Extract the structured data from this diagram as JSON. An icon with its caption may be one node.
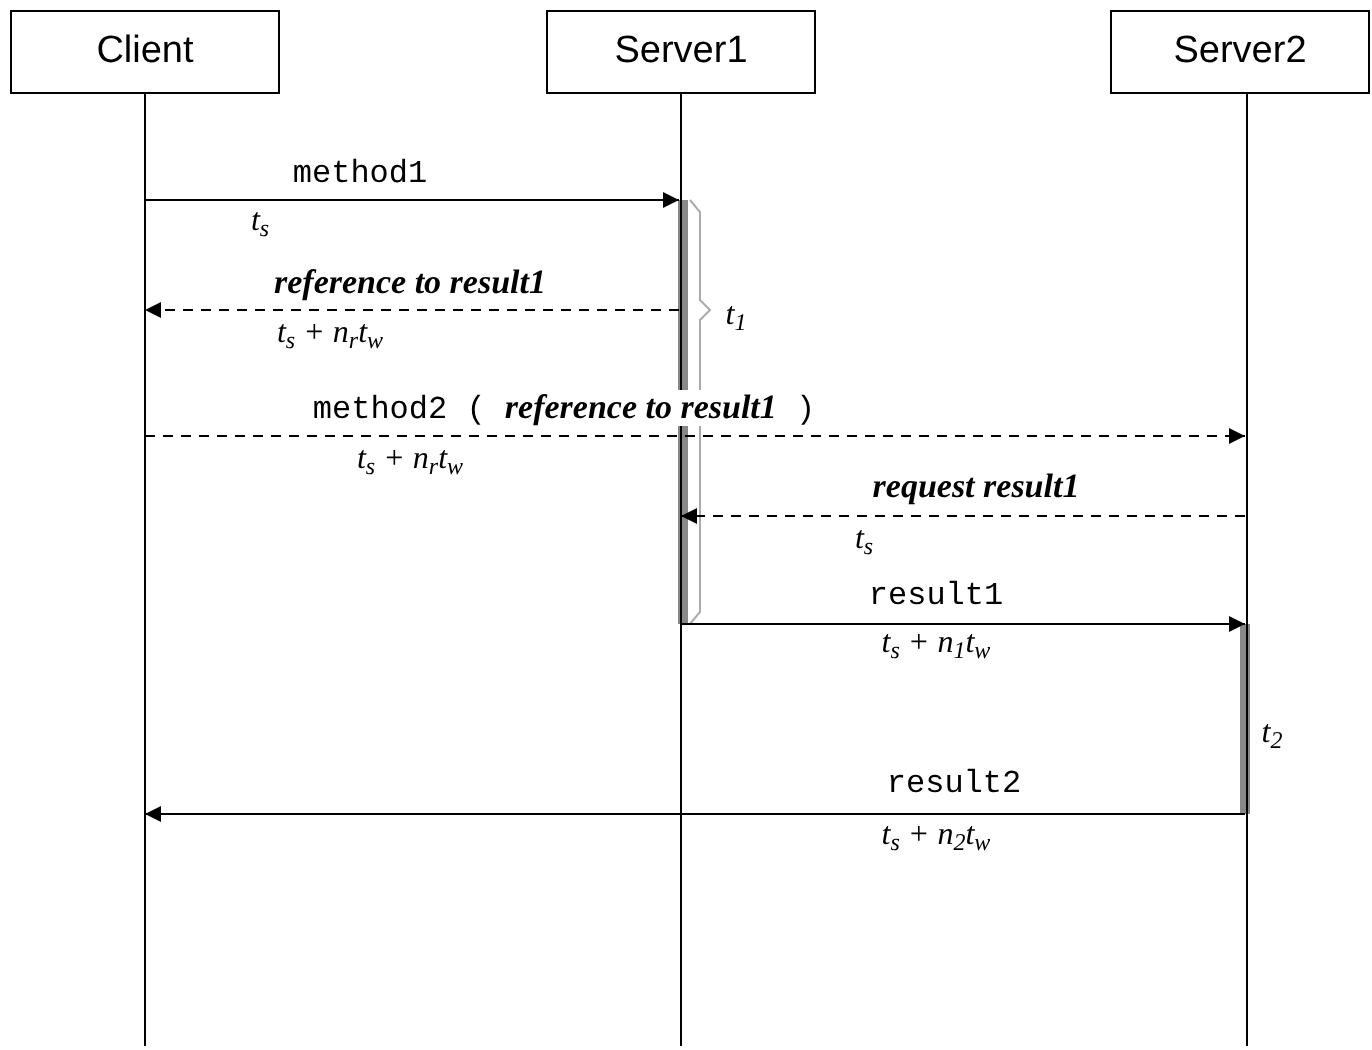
{
  "diagram": {
    "nodes": [
      {
        "text": [
          "Client"
        ]
      },
      {
        "text": [
          "Server1"
        ]
      },
      {
        "text": [
          "Server2"
        ]
      },
      {
        "text": [],
        "shape": "line"
      },
      {
        "text": [],
        "shape": "line"
      },
      {
        "text": [],
        "shape": "line"
      }
    ],
    "edges": [
      {
        "from": 3,
        "to": 4,
        "arrow": "to",
        "label": "method1"
      },
      {
        "from": 4,
        "to": 3,
        "arrow": "to",
        "label": "reference to result1",
        "style": "dashed"
      },
      {
        "from": 3,
        "to": 5,
        "arrow": "to",
        "label": "method2 ( *reference to result1* )",
        "style": "dashed"
      },
      {
        "from": 5,
        "to": 4,
        "arrow": "to",
        "label": "request result1",
        "style": "dashed"
      },
      {
        "from": 4,
        "to": 5,
        "arrow": "to",
        "label": "result1"
      },
      {
        "from": 5,
        "to": 3,
        "arrow": "to",
        "label": "result2"
      }
    ],
    "labels": [
      "t$_{s}$",
      "t$_{1}$",
      "t$_{s}$ + n$_{r}$t$_{w}$",
      "t$_{s}$ + n$_{r}$t$_{w}$",
      "t$_{s}$",
      "t$_{s}$ + n$_{1}$t$_{w}$",
      "t$_{2}$",
      "t$_{s}$ + n$_{2}$t$_{w}$"
    ]
  }
}
